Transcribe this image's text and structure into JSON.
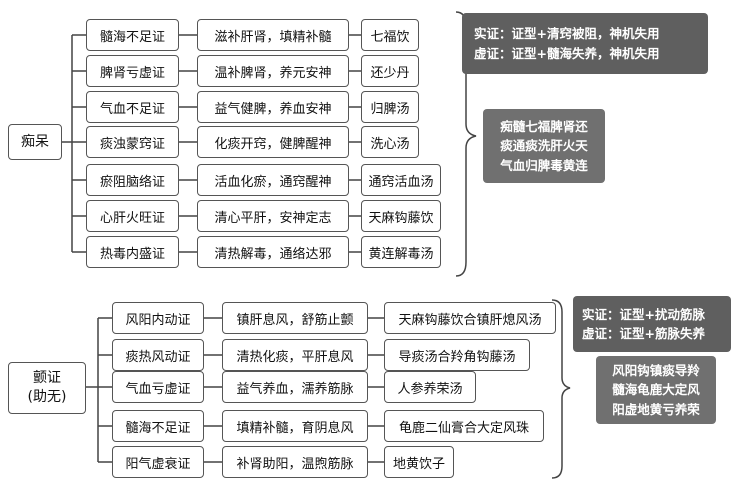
{
  "sections": [
    {
      "root": {
        "lines": [
          "痴呆"
        ]
      },
      "rows": [
        {
          "syndrome": "髓海不足证",
          "method": "滋补肝肾，填精补髓",
          "formula": "七福饮"
        },
        {
          "syndrome": "脾肾亏虚证",
          "method": "温补脾肾，养元安神",
          "formula": "还少丹"
        },
        {
          "syndrome": "气血不足证",
          "method": "益气健脾，养血安神",
          "formula": "归脾汤"
        },
        {
          "syndrome": "痰浊蒙窍证",
          "method": "化痰开窍，健脾醒神",
          "formula": "洗心汤"
        },
        {
          "syndrome": "瘀阻脑络证",
          "method": "活血化瘀，通窍醒神",
          "formula": "通窍活血汤"
        },
        {
          "syndrome": "心肝火旺证",
          "method": "清心平肝，安神定志",
          "formula": "天麻钩藤饮"
        },
        {
          "syndrome": "热毒内盛证",
          "method": "清热解毒，通络达邪",
          "formula": "黄连解毒汤"
        }
      ],
      "note_top": [
        "实证：证型+清窍被阻，神机失用",
        "虚证：证型+髓海失养，神机失用"
      ],
      "note_bottom": [
        "痴髓七福脾肾还",
        "痰通痰洗肝火天",
        "气血归脾毒黄连"
      ]
    },
    {
      "root": {
        "lines": [
          "颤证",
          "(助无)"
        ]
      },
      "rows": [
        {
          "syndrome": "风阳内动证",
          "method": "镇肝息风，舒筋止颤",
          "formula": "天麻钩藤饮合镇肝熄风汤"
        },
        {
          "syndrome": "痰热风动证",
          "method": "清热化痰，平肝息风",
          "formula": "导痰汤合羚角钩藤汤"
        },
        {
          "syndrome": "气血亏虚证",
          "method": "益气养血，濡养筋脉",
          "formula": "人参养荣汤"
        },
        {
          "syndrome": "髓海不足证",
          "method": "填精补髓，育阴息风",
          "formula": "龟鹿二仙膏合大定风珠"
        },
        {
          "syndrome": "阳气虚衰证",
          "method": "补肾助阳，温煦筋脉",
          "formula": "地黄饮子"
        }
      ],
      "note_top": [
        "实证：证型+扰动筋脉",
        "虚证：证型+筋脉失养"
      ],
      "note_bottom": [
        "风阳钩镇痰导羚",
        "髓海龟鹿大定风",
        "阳虚地黄亏养荣"
      ]
    }
  ]
}
